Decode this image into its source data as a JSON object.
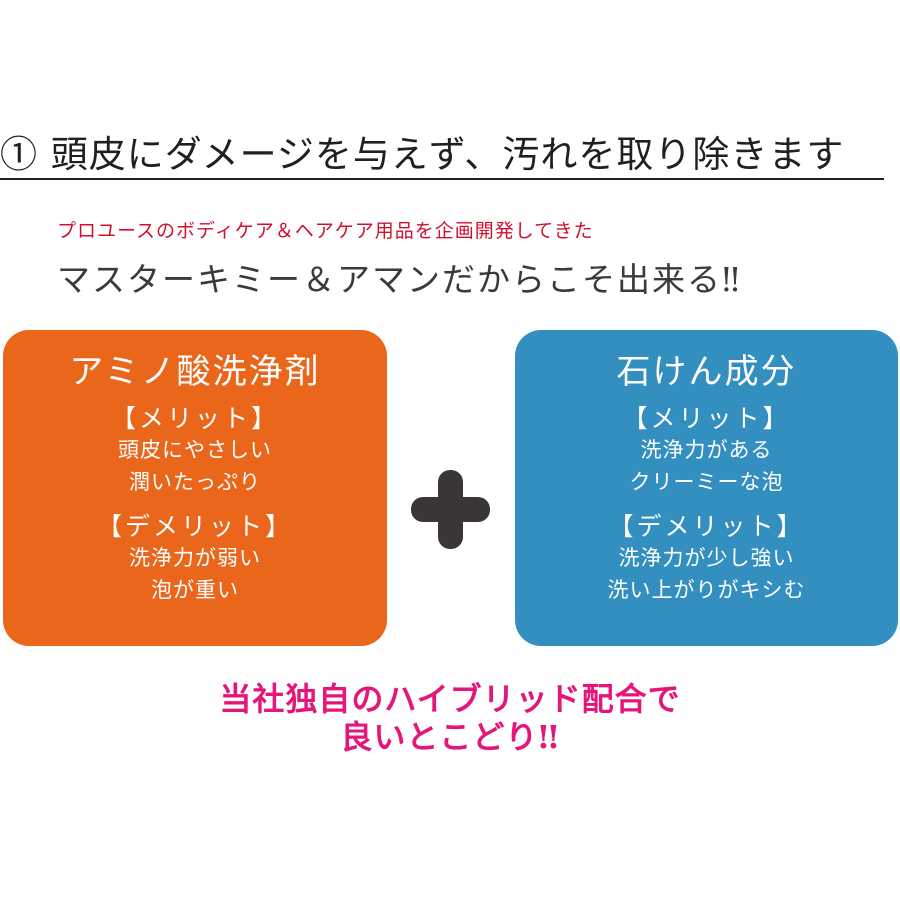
{
  "heading": {
    "text": "① 頭皮にダメージを与えず、汚れを取り除きます"
  },
  "intro": {
    "red_line": "プロユースのボディケア＆ヘアケア用品を企画開発してきた",
    "main_line": "マスターキミー＆アマンだからこそ出来る‼"
  },
  "cards": [
    {
      "title": "アミノ酸洗浄剤",
      "color": "#e9661b",
      "merit_label": "【メリット】",
      "merits": [
        "頭皮にやさしい",
        "潤いたっぷり"
      ],
      "demerit_label": "【デメリット】",
      "demerits": [
        "洗浄力が弱い",
        "泡が重い"
      ]
    },
    {
      "title": "石けん成分",
      "color": "#338fc0",
      "merit_label": "【メリット】",
      "merits": [
        "洗浄力がある",
        "クリーミーな泡"
      ],
      "demerit_label": "【デメリット】",
      "demerits": [
        "洗浄力が少し強い",
        "洗い上がりがキシむ"
      ]
    }
  ],
  "plus_icon": "plus-icon",
  "tagline": {
    "line1": "当社独自のハイブリッド配合で",
    "line2": "良いとこどり‼"
  },
  "colors": {
    "heading": "#231f20",
    "red_text": "#d1102e",
    "pink_text": "#e5157a",
    "orange": "#e9661b",
    "blue": "#338fc0",
    "plus": "#3a3536"
  }
}
